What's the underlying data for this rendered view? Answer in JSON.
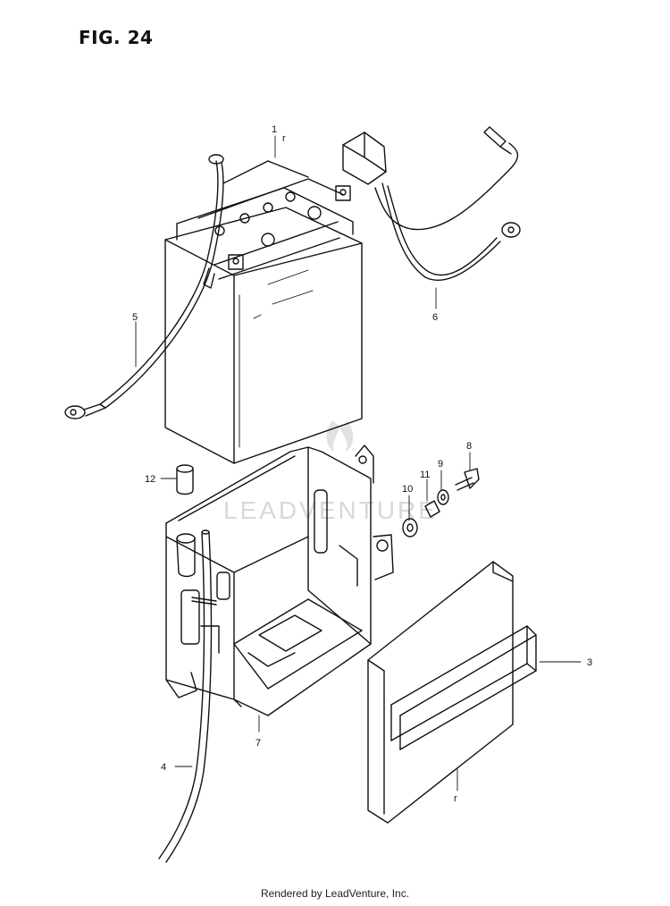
{
  "figure": {
    "title": "FIG. 24"
  },
  "footer": {
    "text": "Rendered by LeadVenture, Inc."
  },
  "watermark": {
    "text": "LEADVENTURE",
    "color": "#d8d8d8"
  },
  "callouts": [
    {
      "id": "1",
      "label": "1"
    },
    {
      "id": "1b",
      "label": "r"
    },
    {
      "id": "2",
      "label": "3"
    },
    {
      "id": "3",
      "label": "4"
    },
    {
      "id": "4",
      "label": "5"
    },
    {
      "id": "5",
      "label": "6"
    },
    {
      "id": "6",
      "label": "7"
    },
    {
      "id": "7",
      "label": "8"
    },
    {
      "id": "8",
      "label": "9"
    },
    {
      "id": "9",
      "label": "10"
    },
    {
      "id": "10",
      "label": "11"
    },
    {
      "id": "11",
      "label": "12"
    },
    {
      "id": "12",
      "label": "r"
    }
  ]
}
